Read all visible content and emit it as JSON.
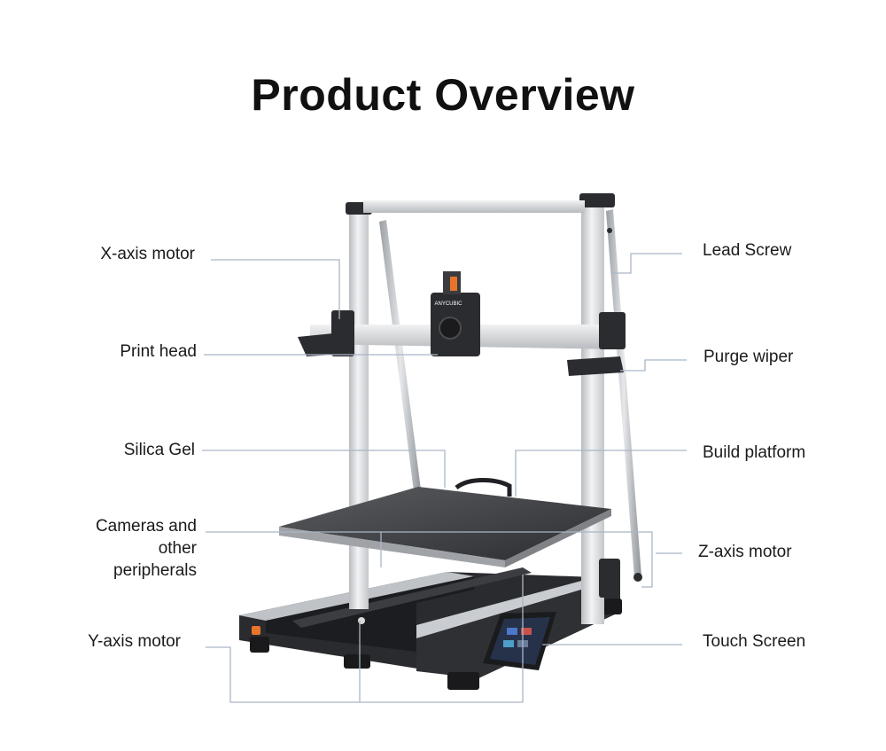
{
  "title": "Product Overview",
  "brand_mark": "ANYCUBIC",
  "labels": {
    "x_axis_motor": "X-axis motor",
    "print_head": "Print head",
    "silica_gel": "Silica Gel",
    "cameras_line1": "Cameras and",
    "cameras_line2": "other",
    "cameras_line3": "peripherals",
    "y_axis_motor": "Y-axis motor",
    "lead_screw": "Lead Screw",
    "purge_wiper": "Purge wiper",
    "build_platform": "Build platform",
    "z_axis_motor": "Z-axis motor",
    "touch_screen": "Touch Screen"
  },
  "colors": {
    "leader_line": "#a9b6c6",
    "frame_silver": "#d5d7da",
    "frame_dark": "#2b2c2f",
    "accent_orange": "#e8742a"
  }
}
